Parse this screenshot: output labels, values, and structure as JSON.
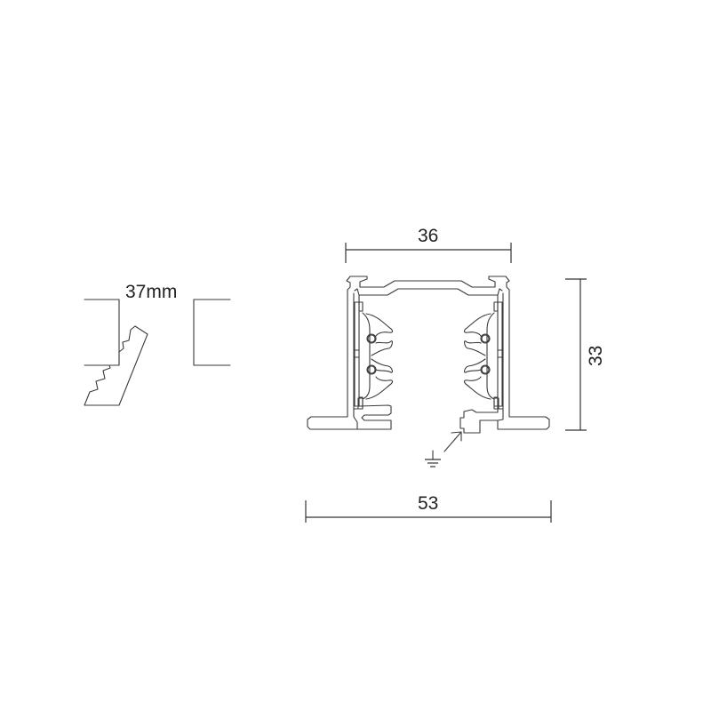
{
  "diagram": {
    "type": "technical-drawing",
    "subject": "3-circuit lighting track profile cross-section",
    "colors": {
      "line": "#3a3a3a",
      "text": "#222222",
      "background": "#ffffff"
    },
    "cutout_detail": {
      "label": "37mm"
    },
    "profile": {
      "dimensions": {
        "top_width": "36",
        "height": "33",
        "bottom_width": "53"
      },
      "ground_symbol": "earth-ground-icon"
    }
  }
}
